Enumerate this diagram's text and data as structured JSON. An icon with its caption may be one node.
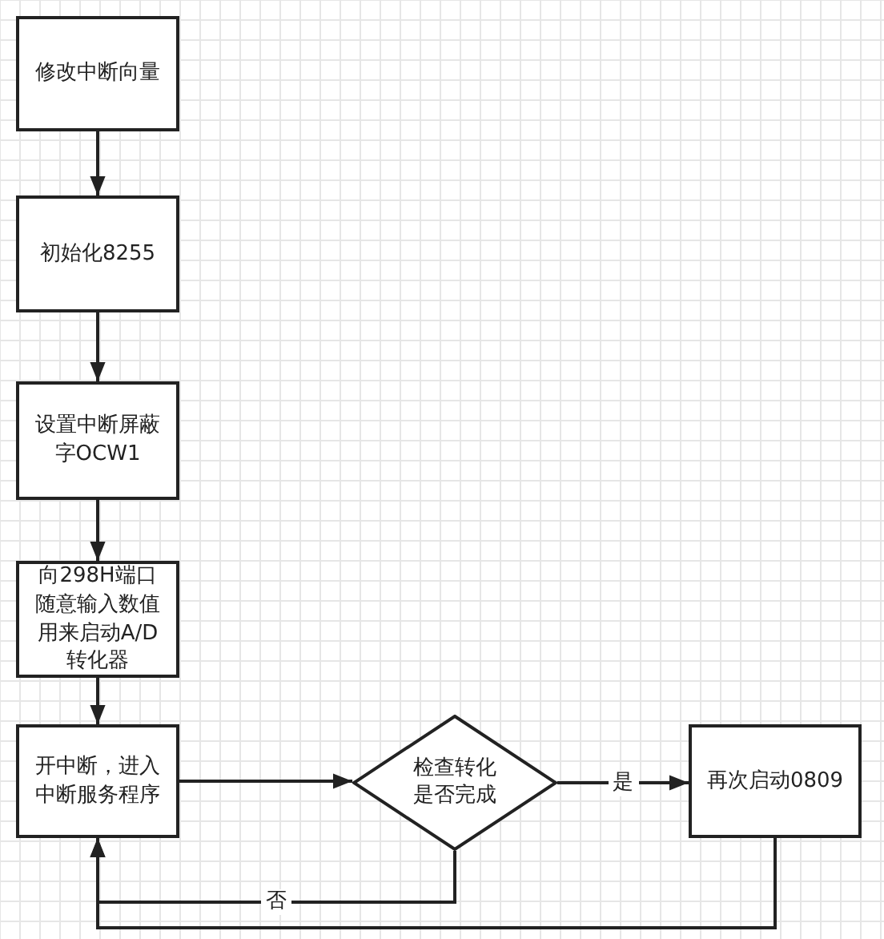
{
  "diagram": {
    "nodes": [
      {
        "text": [
          "修改中断向量"
        ]
      },
      {
        "text": [
          "初始化8255"
        ]
      },
      {
        "text": [
          "设置中断屏蔽字OCW1"
        ]
      },
      {
        "text": [
          "向298H端口随意输入数值用来启动A/D转化器"
        ]
      },
      {
        "text": [
          "开中断，进入中断服务程序"
        ]
      },
      {
        "text": [
          "检查转化是否完成"
        ]
      },
      {
        "text": [
          "再次启动0809"
        ]
      }
    ],
    "edges": [
      {
        "from": 0,
        "to": 1,
        "arrow": "to"
      },
      {
        "from": 1,
        "to": 2,
        "arrow": "to"
      },
      {
        "from": 2,
        "to": 3,
        "arrow": "to"
      },
      {
        "from": 3,
        "to": 4,
        "arrow": "to"
      },
      {
        "from": 4,
        "to": 5,
        "arrow": "to"
      },
      {
        "from": 5,
        "to": 6,
        "arrow": "to",
        "label": "是"
      },
      {
        "from": 5,
        "to": 4,
        "arrow": "to",
        "label": "否"
      },
      {
        "from": 6,
        "to": 4,
        "arrow": "to"
      }
    ]
  }
}
